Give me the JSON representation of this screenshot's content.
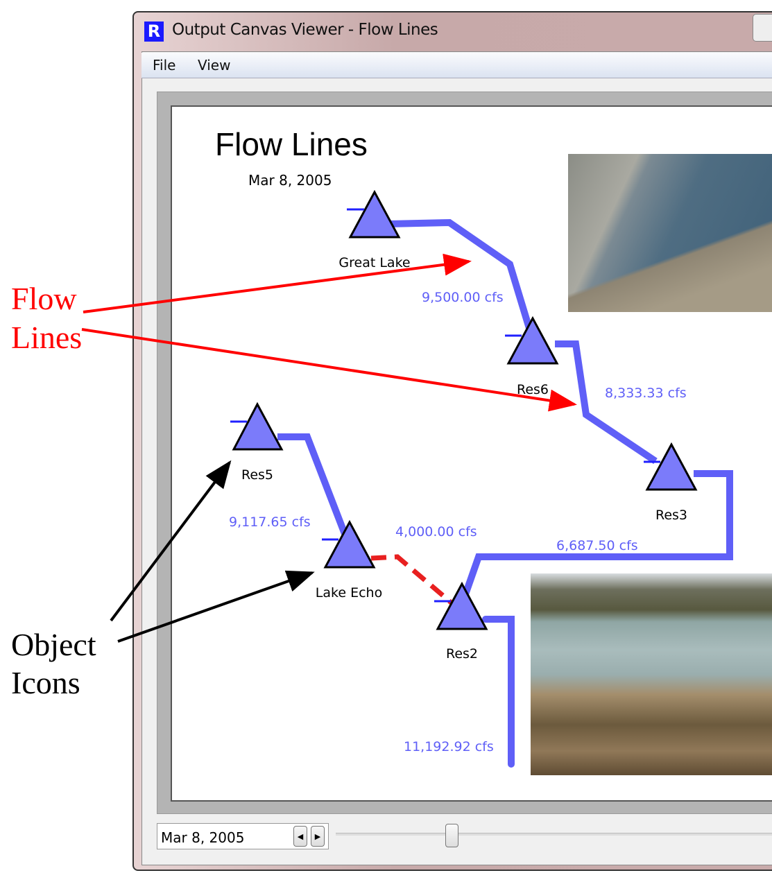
{
  "window": {
    "title": "Output Canvas Viewer - Flow Lines",
    "app_icon": "riverware-icon"
  },
  "menu": [
    "File",
    "View"
  ],
  "canvas": {
    "title": "Flow Lines",
    "date": "Mar 8, 2005",
    "objects": [
      {
        "name": "Great Lake"
      },
      {
        "name": "Res6"
      },
      {
        "name": "Res3"
      },
      {
        "name": "Res5"
      },
      {
        "name": "Lake Echo"
      },
      {
        "name": "Res2"
      }
    ],
    "flows": [
      "9,500.00 cfs",
      "8,333.33 cfs",
      "6,687.50 cfs",
      "9,117.65 cfs",
      "4,000.00 cfs",
      "11,192.92 cfs"
    ],
    "flow_color": "#5f5ff7",
    "dashed_color": "#e82020"
  },
  "controls": {
    "date_value": "Mar 8, 2005",
    "slider_fraction": 0.27
  },
  "annotations": {
    "flow_lines": [
      "Flow",
      "Lines"
    ],
    "object_icons": [
      "Object",
      "Icons"
    ]
  }
}
